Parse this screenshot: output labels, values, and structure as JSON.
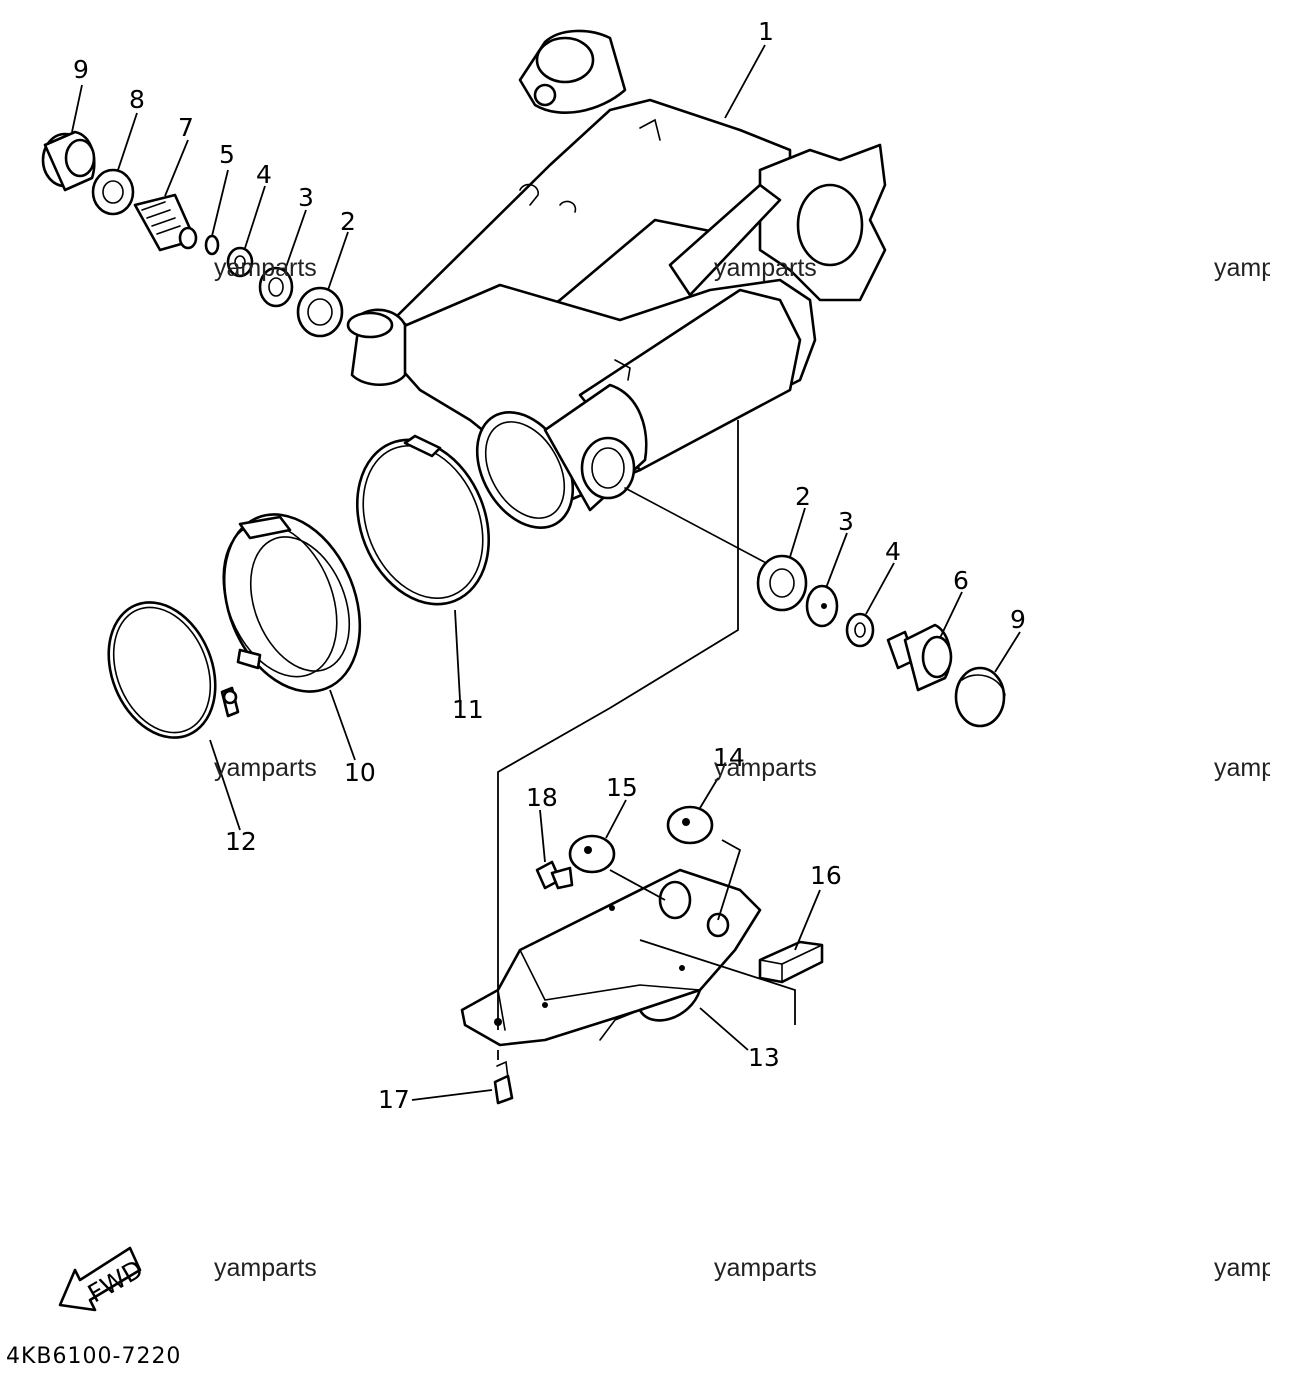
{
  "diagram": {
    "reference_code": "4KB6100-7220",
    "fwd_label": "FWD",
    "watermark_text": "yamparts",
    "watermark_text_clipped": "yamp",
    "callouts": {
      "c1": "1",
      "c2a": "2",
      "c3a": "3",
      "c4a": "4",
      "c5": "5",
      "c7": "7",
      "c8": "8",
      "c9a": "9",
      "c2b": "2",
      "c3b": "3",
      "c4b": "4",
      "c6": "6",
      "c9b": "9",
      "c10": "10",
      "c11": "11",
      "c12": "12",
      "c13": "13",
      "c14": "14",
      "c15": "15",
      "c16": "16",
      "c17": "17",
      "c18": "18"
    }
  }
}
